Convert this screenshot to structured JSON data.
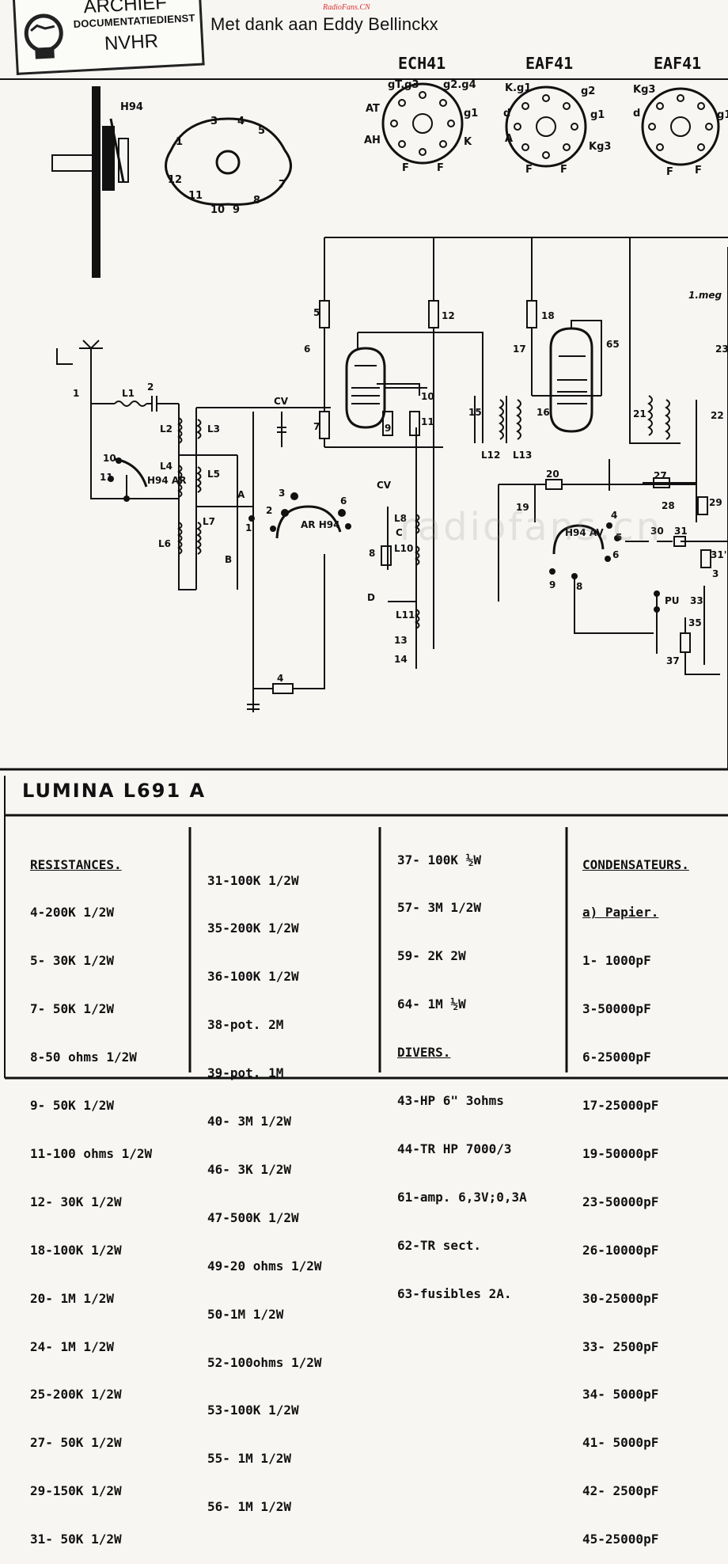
{
  "stamp": {
    "line1": "ARCHIEF",
    "line2": "DOCUMENTATIEDIENST",
    "line3": "NVHR"
  },
  "credit": "Met dank aan Eddy Bellinckx",
  "watermark_top": "RadioFans.CN",
  "watermark_mid": "radiofans.cn",
  "model": "LUMINA L691 A",
  "tubes": [
    {
      "name": "ECH41",
      "pins": [
        "gT.g3",
        "g2.g4",
        "AT",
        "g1",
        "AH",
        "K",
        "F",
        "F"
      ]
    },
    {
      "name": "EAF41",
      "pins": [
        "K.g1",
        "g2",
        "d",
        "g1",
        "A",
        "Kg3",
        "F",
        "F"
      ]
    },
    {
      "name": "EAF41",
      "pins": [
        "Kg3",
        "d",
        "g1",
        "F",
        "F"
      ]
    }
  ],
  "switch_label": "H94",
  "switch_pins": [
    "1",
    "3",
    "4",
    "5",
    "12",
    "7",
    "11",
    "10",
    "9",
    "8"
  ],
  "labels": {
    "r5": "5",
    "r12": "12",
    "r18": "18",
    "c6": "6",
    "c17": "17",
    "c65": "65",
    "c1": "1",
    "l1": "L1",
    "c2": "2",
    "l2": "L2",
    "l3": "L3",
    "l4": "L4",
    "l5": "L5",
    "l6": "L6",
    "l7": "L7",
    "cv": "CV",
    "r7": "7",
    "r9": "9",
    "r11": "11",
    "c10": "10",
    "c15": "15",
    "l12": "L12",
    "c16": "16",
    "l13": "L13",
    "c21": "21",
    "c22": "22",
    "r20": "20",
    "c19": "19",
    "r27": "27",
    "c28": "28",
    "r29": "29",
    "c30": "30",
    "r31": "31",
    "r31b": "31'",
    "c3": "3",
    "c33": "33",
    "r35": "35",
    "r37": "37",
    "pu": "PU",
    "c8": "8",
    "r4": "4",
    "c13": "13",
    "c14": "14",
    "d": "D",
    "l8": "L8",
    "l10": "L10",
    "l11": "L11",
    "sw1": "H94 AR",
    "sw2": "AR H94",
    "sw3": "H94 AV",
    "sA": "A",
    "sB": "B",
    "sC": "C",
    "cv2": "CV",
    "p6": "6",
    "p3": "3",
    "p2": "2",
    "p1": "1",
    "p4": "4",
    "p5": "5",
    "p6b": "6",
    "p9": "9",
    "p8": "8",
    "p10": "10",
    "p11": "11",
    "meg": "1.meg",
    "c23": "23",
    "c1b": "1"
  },
  "bom": {
    "col1": [
      "RESISTANCES.",
      "4-200K 1/2W",
      "5- 30K 1/2W",
      "7- 50K 1/2W",
      "8-50 ohms 1/2W",
      "9- 50K 1/2W",
      "11-100 ohms 1/2W",
      "12- 30K 1/2W",
      "18-100K 1/2W",
      "20- 1M 1/2W",
      "24- 1M 1/2W",
      "25-200K 1/2W",
      "27- 50K 1/2W",
      "29-150K 1/2W",
      "31- 50K 1/2W"
    ],
    "col2": [
      "31-100K 1/2W",
      "35-200K 1/2W",
      "36-100K 1/2W",
      "38-pot. 2M",
      "39-pot. 1M",
      "40- 3M 1/2W",
      "46- 3K 1/2W",
      "47-500K 1/2W",
      "49-20 ohms 1/2W",
      "50-1M 1/2W",
      "52-100ohms 1/2W",
      "53-100K 1/2W",
      "55- 1M 1/2W",
      "56- 1M 1/2W"
    ],
    "col3": [
      "37- 100K ½W",
      "57- 3M 1/2W",
      "59- 2K 2W",
      "64- 1M ½W",
      "DIVERS.",
      "43-HP 6\" 3ohms",
      "44-TR HP 7000/3",
      "61-amp. 6,3V;0,3A",
      "62-TR sect.",
      "63-fusibles 2A."
    ],
    "col4": [
      "CONDENSATEURS.",
      "a) Papier.",
      "1- 1000pF",
      "3-50000pF",
      "6-25000pF",
      "17-25000pF",
      "19-50000pF",
      "23-50000pF",
      "26-10000pF",
      "30-25000pF",
      "33- 2500pF",
      "34- 5000pF",
      "41- 5000pF",
      "42- 2500pF",
      "45-25000pF"
    ]
  }
}
